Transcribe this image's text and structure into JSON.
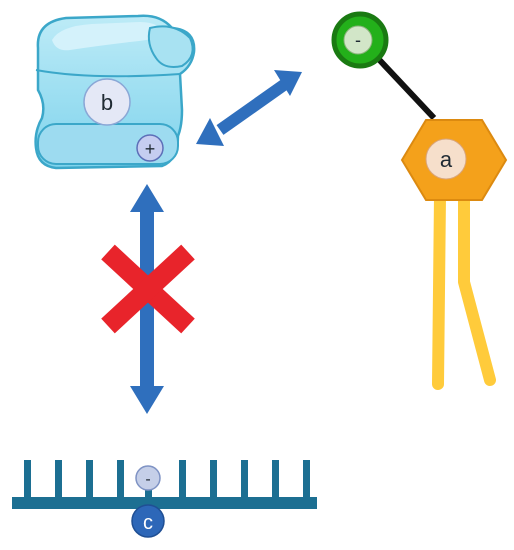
{
  "protein": {
    "label": "b",
    "charge": "+"
  },
  "lipid": {
    "label": "a",
    "charge": "-"
  },
  "surface": {
    "label": "c",
    "charge": "-"
  },
  "colors": {
    "protein_fill": "#a8e2f2",
    "protein_stroke": "#3ba7c9",
    "arrow": "#2f6fbd",
    "blocked_cross": "#e8242b",
    "lipid_head_stroke": "#1a7a12",
    "lipid_head_fill": "#23b01a",
    "lipid_body": "#f4a11b",
    "lipid_tails": "#ffcb3b",
    "surface": "#1c6f92",
    "surface_bead": "#2d67b8"
  }
}
